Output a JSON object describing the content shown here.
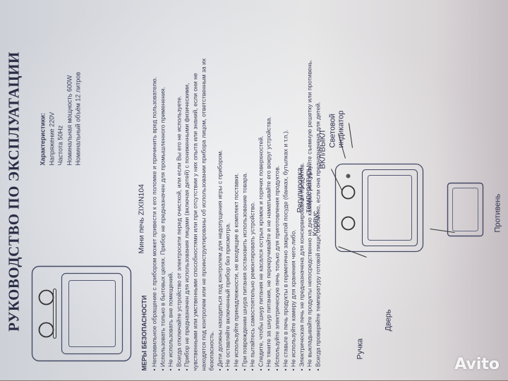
{
  "title": "РУКОВОДСТВО ПО ЭКСПЛУАТАЦИИ",
  "model": "Мини печь ZIXIN104",
  "specs": {
    "heading": "Характеристики:",
    "lines": [
      "Напряжение 220V",
      "Частота 50Hz",
      "Номинальная мощность 600W",
      "Номинальный объём 12 литров"
    ]
  },
  "safety_title": "МЕРЫ БЕЗОПАСНОСТИ",
  "rules": [
    {
      "t": "Неправильное обращение с прибором может привести к его поломке и причинить вред пользователю.",
      "b": true
    },
    {
      "t": "Использовать только в бытовых целях. Прибор не предназначен для промышленного применения.",
      "b": true
    },
    {
      "t": "Не использовать вне помещений.",
      "b": true
    },
    {
      "t": "Всегда отключайте устройство от электросети перед очисткой, или если Вы его не используете.",
      "b": true
    },
    {
      "t": "Прибор не предназначен для использования лицами (включая детей) с пониженными физическими,",
      "b": true
    },
    {
      "t": "чувственными или умственными способностями или при отсутствии у них опыта или знаний, если они не",
      "b": false
    },
    {
      "t": "находятся под контролем или не проинструктированы об использовании прибора лицом, ответственным за их",
      "b": false
    },
    {
      "t": "безопасность.",
      "b": false
    },
    {
      "t": "Дети должны находиться под контролем для недопущения игры с прибором.",
      "b": true
    },
    {
      "t": "Не оставляйте включенный прибор без присмотра.",
      "b": true
    },
    {
      "t": "Не используйте принадлежности, не входящие в комплект поставки.",
      "b": true
    },
    {
      "t": "При повреждении шнура питания остановить использование товара.",
      "b": true
    },
    {
      "t": "Не пытайтесь самостоятельно ремонтировать устройство.",
      "b": true
    },
    {
      "t": "Следите, чтобы шнур питания не касался острых кромок и горячих поверхностей.",
      "b": true
    },
    {
      "t": "Не тяните за шнур питания, не перекручивайте и не наматывайте его вокруг устройства.",
      "b": true
    },
    {
      "t": "Используйте электрическую печь только для приготовления продуктов.",
      "b": true
    },
    {
      "t": "Не ставьте в печь продукты в герметично закрытой посуде (банках, бутылках и т.п.).",
      "b": true
    },
    {
      "t": "Не используйте камеру для хранения чего-либо.",
      "b": true
    },
    {
      "t": "Электрическая печь не предназначена для консервирования продуктов.",
      "b": true
    },
    {
      "t": "Не выкладывайте продукты непосредственно на дно камеры, используйте съемную решетку или противень.",
      "b": true
    },
    {
      "t": "Всегда проверяйте температуру готовой пищи, особенно, если она предназначена для детей.",
      "b": true
    }
  ],
  "diagram_labels": {
    "body": "Корпус",
    "temp": "Регулировка температуры",
    "power": "ВКЛ/ВЫКЛ",
    "indicator": "Световой индикатор",
    "handle": "Ручка",
    "door": "Дверь",
    "tray": "Противень"
  },
  "watermark": "Avito"
}
